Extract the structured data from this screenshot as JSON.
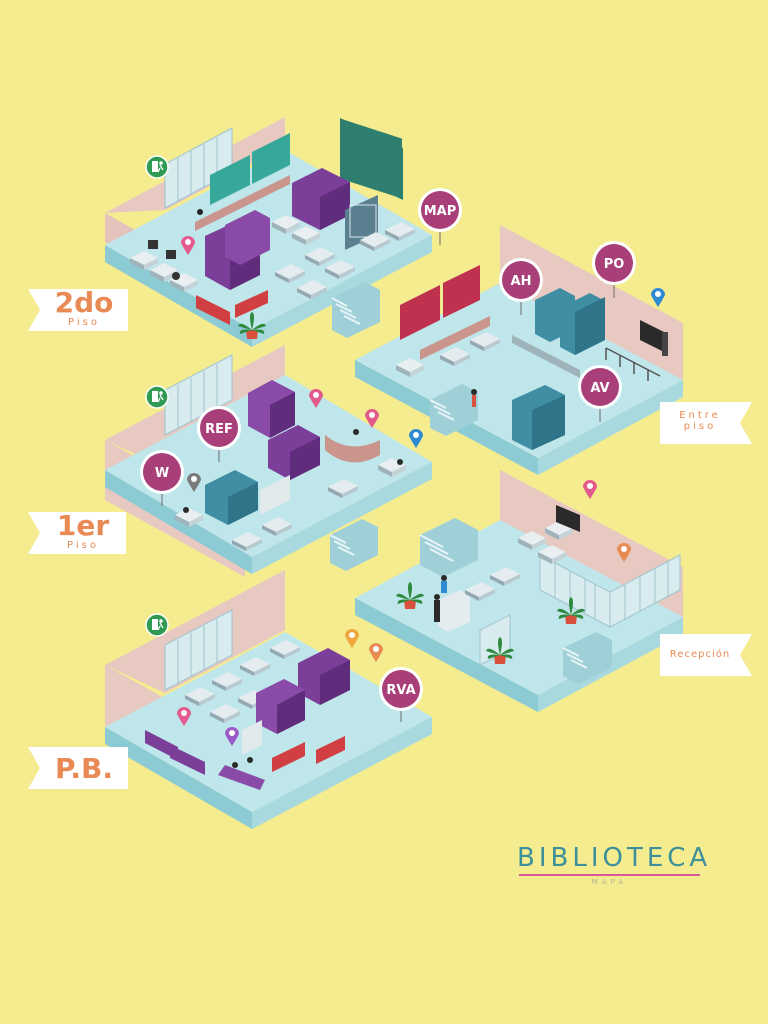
{
  "floors": {
    "second": {
      "label": "2do",
      "sublabel": "Piso"
    },
    "first": {
      "label": "1er",
      "sublabel": "Piso"
    },
    "ground": {
      "label": "P.B."
    },
    "mezzanine": {
      "line1": "Entre",
      "line2": "piso"
    },
    "reception": {
      "label": "Recepción"
    }
  },
  "areas": {
    "map": "MAP",
    "ah": "AH",
    "po": "PO",
    "av": "AV",
    "ref": "REF",
    "w": "W",
    "rva": "RVA"
  },
  "brand": {
    "title": "BIBLIOTECA",
    "subtitle": "MAPA"
  },
  "colors": {
    "background": "#f4ec8f",
    "floor_top": "#bfe6ea",
    "floor_side": "#8ccbd3",
    "wall": "#e7c9c2",
    "badge": "#a93f79",
    "label_text": "#e98a55",
    "brand_text": "#3d8f9a",
    "bookshelf_purple": "#7b3f9a",
    "bookshelf_teal": "#3f8ea3",
    "bookshelf_red": "#c0304f"
  },
  "icons": [
    "exit-sign-icon",
    "location-pin-icon",
    "potted-plant-icon",
    "bookshelf-icon",
    "computer-desk-icon",
    "sofa-icon",
    "stairs-icon",
    "tv-screen-icon"
  ]
}
